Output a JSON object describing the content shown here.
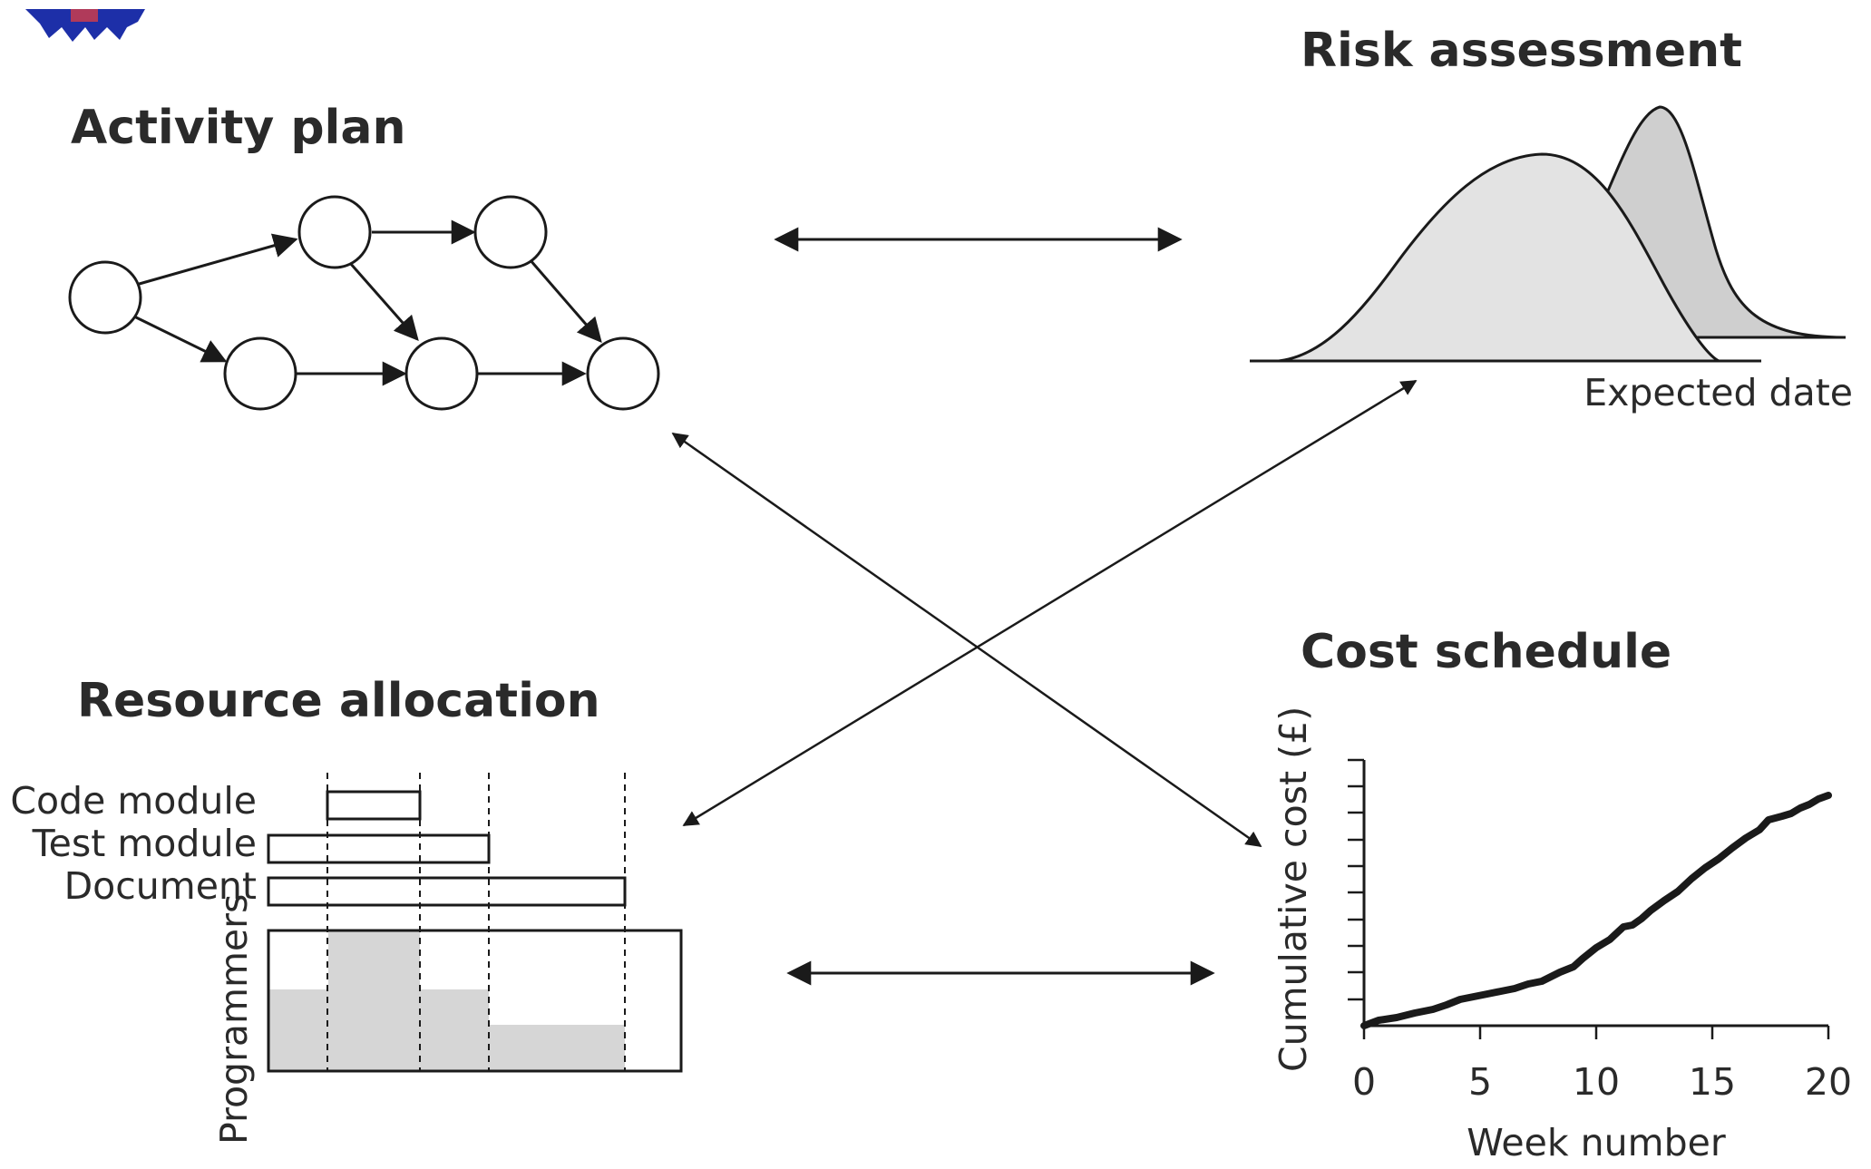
{
  "sections": {
    "activity_plan": {
      "title": "Activity plan"
    },
    "risk_assessment": {
      "title": "Risk assessment",
      "axis_label": "Expected date"
    },
    "resource_allocation": {
      "title": "Resource allocation",
      "tasks": [
        "Code module",
        "Test module",
        "Document"
      ],
      "y_label": "Programmers"
    },
    "cost_schedule": {
      "title": "Cost schedule",
      "y_label": "Cumulative cost (£)",
      "x_label": "Week number",
      "x_ticks": [
        "0",
        "5",
        "10",
        "15",
        "20"
      ]
    }
  },
  "icons": {
    "logo": "gear-logo-icon"
  },
  "colors": {
    "line": "#1a1a1a",
    "fill_light": "#e3e3e3",
    "fill_dark": "#cfcfcf",
    "bar_fill": "#d6d6d6"
  }
}
